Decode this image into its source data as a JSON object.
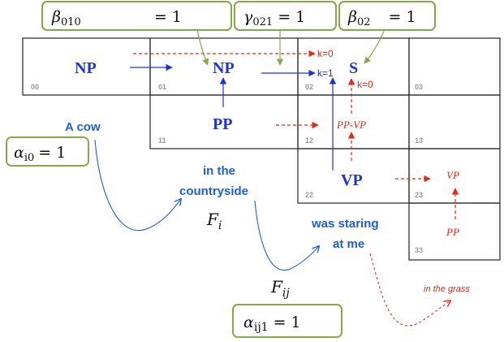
{
  "cells": [
    {
      "id": "00",
      "label": "NP",
      "style": "blue"
    },
    {
      "id": "01",
      "label": "NP",
      "style": "blue"
    },
    {
      "id": "02",
      "label": "S",
      "style": "blue"
    },
    {
      "id": "03",
      "label": "",
      "style": "blue"
    },
    {
      "id": "11",
      "label": "PP",
      "style": "blue"
    },
    {
      "id": "12",
      "label": "PP-VP",
      "style": "red"
    },
    {
      "id": "13",
      "label": "",
      "style": "blue"
    },
    {
      "id": "22",
      "label": "VP",
      "style": "blue"
    },
    {
      "id": "23",
      "label": "VP",
      "style": "red"
    },
    {
      "id": "33",
      "label": "PP",
      "style": "red"
    }
  ],
  "k_labels": {
    "k0_top": "k=0",
    "k1": "k=1",
    "k0_s": "k=0"
  },
  "phrases": {
    "a_cow": "A cow",
    "in_the_line1": "in the",
    "in_the_line2": "countryside",
    "was_staring_line1": "was staring",
    "was_staring_line2": "at me",
    "in_the_grass": "in the grass"
  },
  "parameters": {
    "beta_010": {
      "symbol": "β",
      "sub": "010",
      "eq": "= 1"
    },
    "gamma_021": {
      "symbol": "γ",
      "sub": "021",
      "eq": "= 1"
    },
    "beta_02": {
      "symbol": "β",
      "sub": "02",
      "eq": "= 1"
    },
    "alpha_i0": {
      "symbol": "α",
      "sub": "i0",
      "eq": "= 1"
    },
    "alpha_ij1": {
      "symbol": "α",
      "sub": "ij1",
      "eq": "= 1"
    }
  },
  "features": {
    "f_i": {
      "symbol": "F",
      "sub": "i"
    },
    "f_ij": {
      "symbol": "F",
      "sub": "ij"
    }
  },
  "colors": {
    "blue": "#1f33d6",
    "red": "#e32b12",
    "green": "#86a84a",
    "phrase_blue": "#1f5fd6"
  }
}
